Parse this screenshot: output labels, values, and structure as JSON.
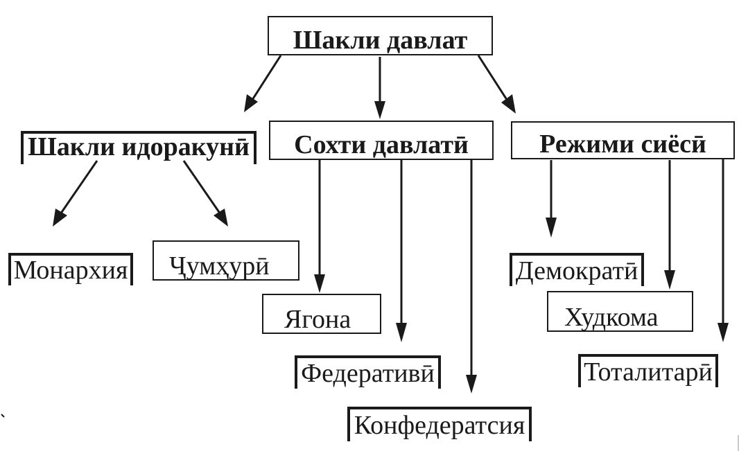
{
  "diagram": {
    "root": {
      "label": "Шакли давлат"
    },
    "categories": [
      {
        "id": "idorakuni",
        "label": "Шакли идоракунӣ",
        "children": [
          "Монархия",
          "Ҷумҳурӣ"
        ]
      },
      {
        "id": "sokhti",
        "label": "Сохти давлатӣ",
        "children": [
          "Ягона",
          "Федеративӣ",
          "Конфедератсия"
        ]
      },
      {
        "id": "rejim",
        "label": "Режими сиёсӣ",
        "children": [
          "Демократӣ",
          "Худкома",
          "Тоталитарӣ"
        ]
      }
    ],
    "stroke_color": "#1a1a1a"
  }
}
